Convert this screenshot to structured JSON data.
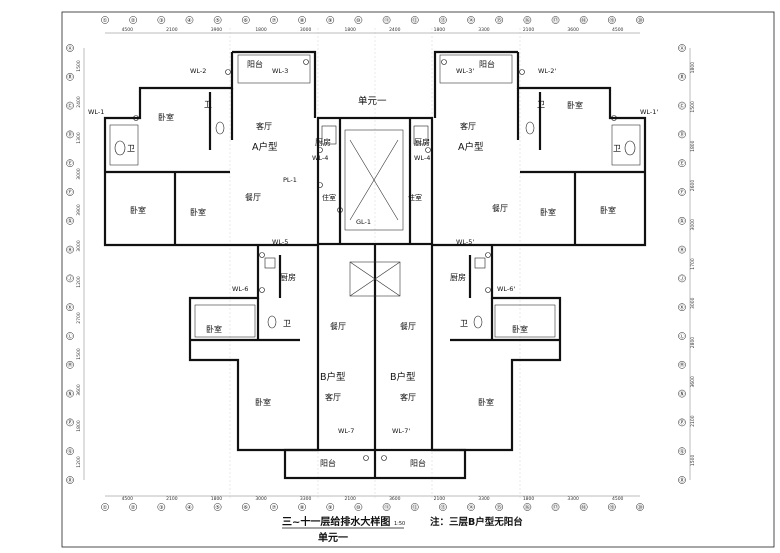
{
  "drawing": {
    "title": "三~十一层给排水大样图",
    "scale": "1:50",
    "subtitle": "单元一",
    "note": "注：三层B户型无阳台",
    "unit_label": "单元一"
  },
  "rooms": {
    "balcony": "阳台",
    "bedroom": "卧室",
    "bedroom_alt": "卧室",
    "living": "客厅",
    "dining": "餐厅",
    "kitchen": "厨房",
    "bath": "卫",
    "storage": "住室",
    "unit_a": "A户型",
    "unit_b": "B户型"
  },
  "pipes": {
    "wl1": "WL-1",
    "wl1p": "WL-1'",
    "wl2": "WL-2",
    "wl2p": "WL-2'",
    "wl3": "WL-3",
    "wl3p": "WL-3'",
    "wl4": "WL-4",
    "wl4b": "WL-4",
    "wl5": "WL-5",
    "wl5p": "WL-5'",
    "wl6": "WL-6",
    "wl6p": "WL-6'",
    "wl7": "WL-7",
    "wl7p": "WL-7'",
    "pl1": "PL-1",
    "gl1": "GL-1"
  },
  "dims_top": [
    "4500",
    "2100",
    "3900",
    "1800",
    "3000",
    "1800",
    "2400",
    "1800",
    "3300",
    "2100",
    "3600",
    "4500"
  ],
  "dims_bottom": [
    "4500",
    "2100",
    "1800",
    "3000",
    "3300",
    "2100",
    "3600",
    "2100",
    "3300",
    "1800",
    "3300",
    "4500"
  ],
  "dims_left": [
    "1500",
    "2400",
    "1300",
    "3000",
    "3900",
    "3000",
    "1200",
    "2700",
    "1500",
    "3600",
    "1800",
    "1200"
  ],
  "dims_right": [
    "1800",
    "1500",
    "1800",
    "2600",
    "3000",
    "1700",
    "3000",
    "2800",
    "3600",
    "2100",
    "1500"
  ],
  "axis_top": [
    "①",
    "②",
    "③",
    "④",
    "⑤",
    "⑥",
    "⑦",
    "⑧",
    "⑨",
    "⑩",
    "⑪",
    "⑫",
    "⑬",
    "⑭",
    "⑮",
    "⑯",
    "⑰",
    "⑱",
    "⑲",
    "⑳"
  ],
  "axis_left": [
    "Ⓐ",
    "Ⓑ",
    "Ⓒ",
    "Ⓓ",
    "Ⓔ",
    "Ⓕ",
    "Ⓖ",
    "Ⓗ",
    "Ⓙ",
    "Ⓚ",
    "Ⓛ",
    "Ⓜ",
    "Ⓝ",
    "Ⓟ",
    "Ⓠ",
    "Ⓡ"
  ]
}
